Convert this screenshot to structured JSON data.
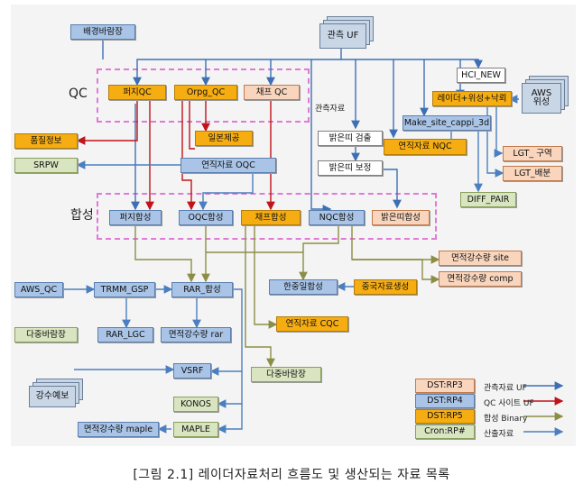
{
  "sections": {
    "qc": "QC",
    "synthesis": "합성"
  },
  "nodes": {
    "observation_uf": "관측 UF",
    "background_wind": "배경바람장",
    "fuzzy_qc": "퍼지QC",
    "orpg_qc": "Orpg_QC",
    "chaff_qc": "채프 QC",
    "quality_info": "품질정보",
    "japan_provision": "일본제공",
    "srpw": "SRPW",
    "vertical_oqc": "연직자료 OQC",
    "bright_band_detect": "밝은띠 검출",
    "bright_band_correct": "밝은띠 보정",
    "hci_new": "HCI_NEW",
    "radar_sat_lightning": "레이더+위성+낙뢰",
    "aws_sat": "AWS\n위성",
    "make_site_cappi": "Make_site_cappi_3d",
    "vertical_nqc": "연직자료 NQC",
    "lgt_zone": "LGT_ 구역",
    "lgt_dist": "LGT_배분",
    "diff_pair": "DIFF_PAIR",
    "fuzzy_comp": "퍼지합성",
    "oqc_comp": "OQC합성",
    "chaff_comp": "채프합성",
    "nqc_comp": "NQC합성",
    "bright_comp": "밝은띠합성",
    "area_rain_site": "면적강수량 site",
    "area_rain_comp": "면적강수량 comp",
    "aws_qc": "AWS_QC",
    "trmm_gsp": "TRMM_GSP",
    "rar_comp": "RAR_합성",
    "korea_japan_comp": "한중일합성",
    "china_data": "중국자료생성",
    "multi_wind_left": "다중바람장",
    "rar_lgc": "RAR_LGC",
    "area_rain_rar": "면적강수량 rar",
    "vertical_cqc": "연직자료 CQC",
    "rain_forecast": "강수예보",
    "vsrf": "VSRF",
    "multi_wind_center": "다중바람장",
    "konos": "KONOS",
    "maple": "MAPLE",
    "area_rain_maple": "면적강수량 maple"
  },
  "edge_labels": {
    "observation_data": "관측자료"
  },
  "legend": {
    "items": [
      {
        "box": "DST:RP3",
        "line": "관측자료 UF",
        "color": "#3d6fb5"
      },
      {
        "box": "DST:RP4",
        "line": "QC 사이트 UF",
        "color": "#c0131a"
      },
      {
        "box": "DST:RP5",
        "line": "합성 Binary",
        "color": "#8c8e46"
      },
      {
        "box": "Cron:RP#",
        "line": "산출자료",
        "color": "#4b7fbf"
      }
    ]
  },
  "caption": "[그림 2.1] 레이더자료처리 흐름도 및 생산되는 자료 목록",
  "colors": {
    "blue_flow": "#3d6fb5",
    "red_flow": "#c0131a",
    "olive_flow": "#8c8e46",
    "product_flow": "#4b7fbf",
    "box_blue": "#a9c4e6",
    "box_orange": "#f6ad12",
    "box_peach": "#f8d5bc",
    "box_green": "#d8e5c0",
    "group_border": "#e07ad7"
  }
}
